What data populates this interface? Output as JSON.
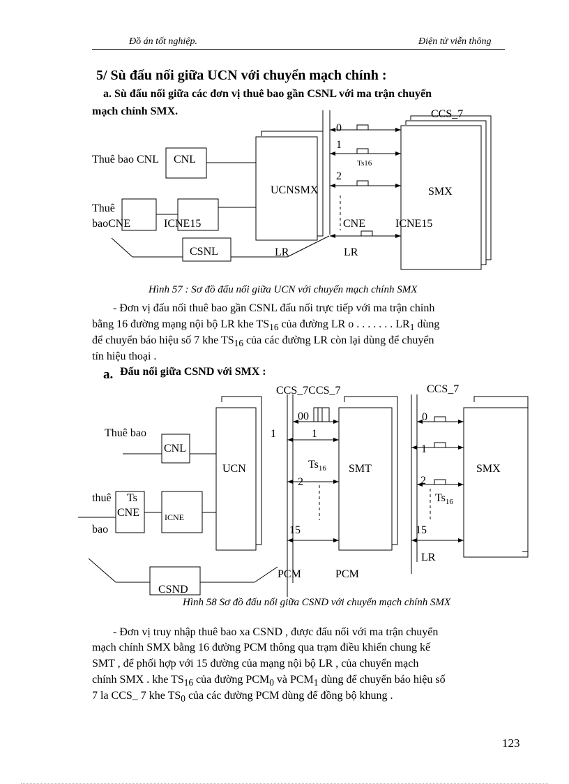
{
  "header": {
    "left": "Đồ án tốt nghiệp.",
    "right": "Điện tử viễn thông"
  },
  "section_title": "5/ Sù đấu nối giữa UCN với chuyển mạch chính :",
  "subsection_a1": {
    "line1": "a. Sù đấu nối giữa các đơn vị thuê bao gần CSNL với ma trận chuyển",
    "line2": "mạch chính SMX."
  },
  "fig57": {
    "labels": {
      "ccs7": "CCS_7",
      "thue_bao_cnl": "Thuê bao CNL",
      "cnl": "CNL",
      "thue": "Thuê",
      "bao_cne": "baoCNE",
      "icne15_left": "ICNE15",
      "ucnsmx": "UCNSMX",
      "smx": "SMX",
      "cne": "CNE",
      "icne15_right": "ICNE15",
      "csnl": "CSNL",
      "lr1": "LR",
      "lr2": "LR",
      "n0": "0",
      "n1": "1",
      "n2": "2",
      "ts16": "Ts16"
    },
    "caption": "Hình 57 : Sơ đồ đấu nối giữa UCN với chuyển mạch chính SMX"
  },
  "para1": {
    "l1": "- Đơn vị đấu nối thuê bao gần CSNL đấu nối trực tiếp với ma trận chính",
    "l2_a": "bằng 16 đường mạng nội bộ LR khe TS",
    "l2_sub": "16",
    "l2_b": " của đường LR o . . . . . . . LR",
    "l2_sub2": "1",
    "l2_c": " dùng",
    "l3_a": "để chuyển báo hiệu số 7 khe TS",
    "l3_sub": "16",
    "l3_b": " của các đường LR còn lại dùng để chuyển",
    "l4": "tín hiệu thoại ."
  },
  "subsection_a2": {
    "marker": "a.",
    "text": "Đấu nối giữa CSND với SMX :"
  },
  "fig58": {
    "labels": {
      "ccs7_pair": "CCS_7CCS_7",
      "ccs7": "CCS_7",
      "thue_bao": "Thuê bao",
      "cnl": "CNL",
      "ucn": "UCN",
      "smt": "SMT",
      "smx": "SMX",
      "thue": "thuê",
      "ts": "Ts",
      "cne": "CNE",
      "icne": "ICNE",
      "bao": "bao",
      "csnd": "CSND",
      "pcm1": "PCM",
      "pcm2": "PCM",
      "lr": "LR",
      "n00": "00",
      "n1a": "1",
      "n1b": "1",
      "n2a": "2",
      "n15a": "15",
      "n0": "0",
      "n1c": "1",
      "n2b": "2",
      "n15b": "15",
      "ts_a": "Ts",
      "ts_b": "Ts",
      "sub16": "16"
    },
    "caption": "Hình 58 Sơ đồ đấu nối giữa CSND với chuyển mạch chính SMX"
  },
  "para2": {
    "l1": "- Đơn vị truy nhập thuê bao xa CSND , được đấu nối với ma trận chuyển",
    "l2": "mạch chính SMX bằng 16 đường PCM thông qua trạm điều khiển chung kế",
    "l3": "SMT , để phối hợp với 15 đường của mạng nội bộ LR , của chuyển mạch",
    "l4_a": "chính SMX . khe TS",
    "l4_s1": "16",
    "l4_b": " của đường PCM",
    "l4_s2": "0",
    "l4_c": " và PCM",
    "l4_s3": "1",
    "l4_d": " dùng để chuyển báo hiệu số",
    "l5_a": "7 la CCS_ 7 khe TS",
    "l5_s1": "0",
    "l5_b": " của các đường PCM dùng để đồng bộ khung ."
  },
  "page_number": "123"
}
